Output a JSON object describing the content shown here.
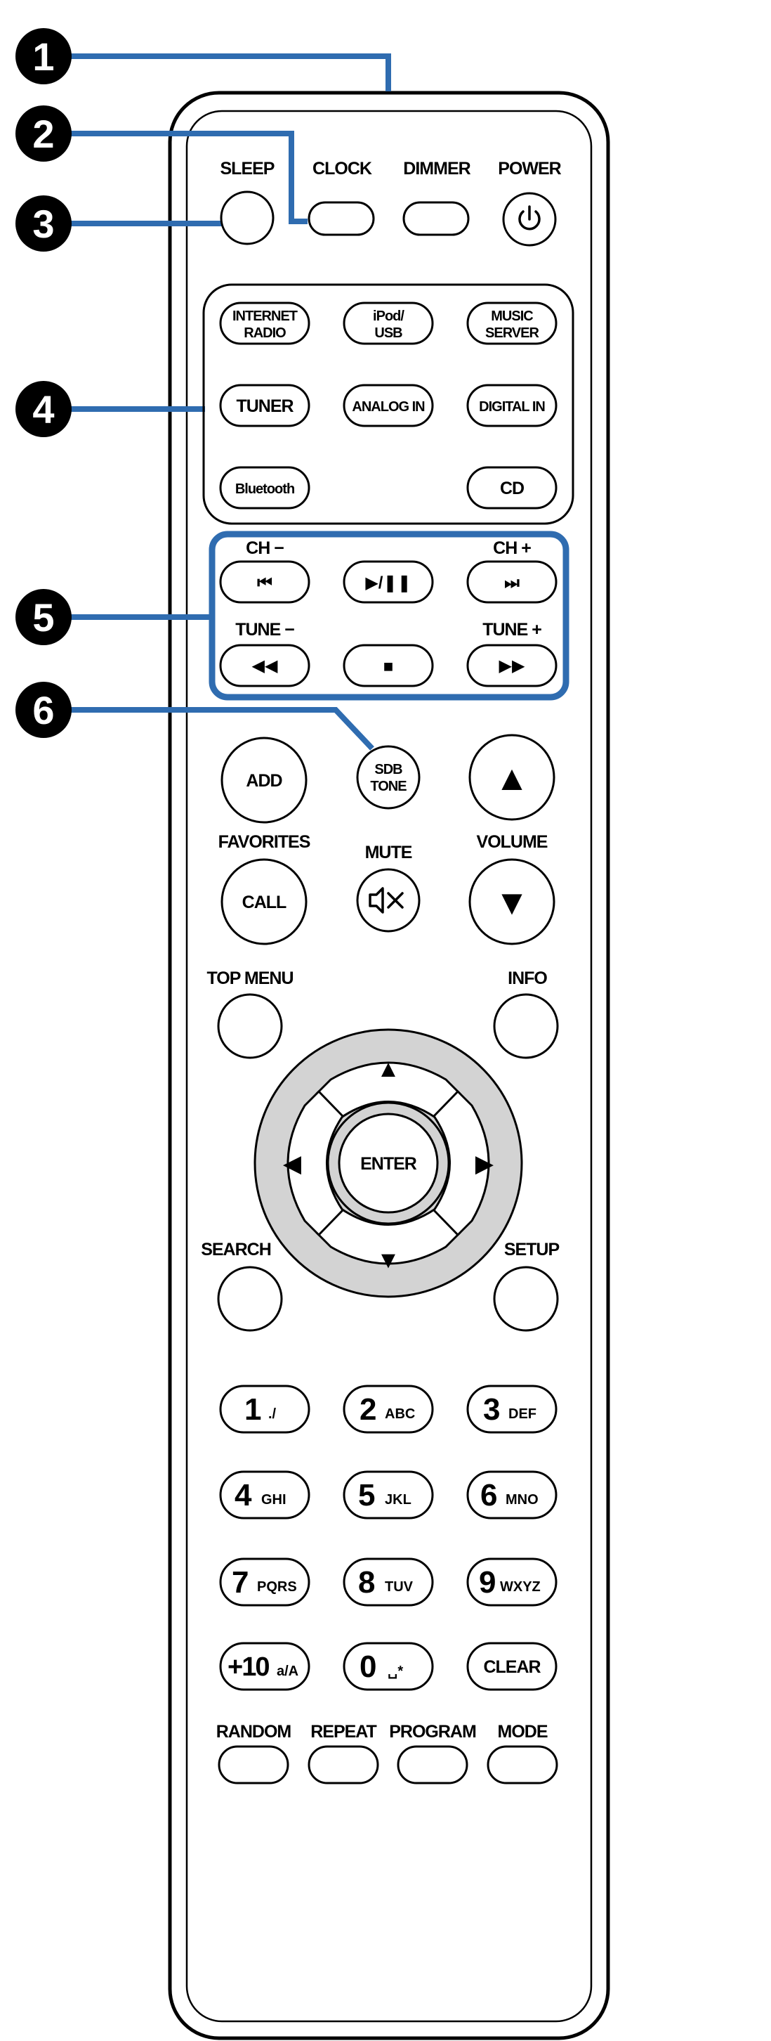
{
  "callouts": [
    "1",
    "2",
    "3",
    "4",
    "5",
    "6"
  ],
  "top_row": {
    "sleep": "SLEEP",
    "clock": "CLOCK",
    "dimmer": "DIMMER",
    "power": "POWER"
  },
  "sources": {
    "internet_radio": [
      "INTERNET",
      "RADIO"
    ],
    "ipod_usb": [
      "iPod/",
      "USB"
    ],
    "music_server": [
      "MUSIC",
      "SERVER"
    ],
    "tuner": "TUNER",
    "analog_in": "ANALOG IN",
    "digital_in": "DIGITAL IN",
    "bluetooth": "Bluetooth",
    "cd": "CD"
  },
  "transport": {
    "ch_minus": "CH −",
    "ch_plus": "CH +",
    "tune_minus": "TUNE −",
    "tune_plus": "TUNE +",
    "prev_icon": "⏮",
    "play_pause_icon": "▶/❚❚",
    "next_icon": "⏭",
    "rewind_icon": "◀◀",
    "stop_icon": "■",
    "fast_forward_icon": "▶▶"
  },
  "middle": {
    "add": "ADD",
    "sdb_tone": [
      "SDB",
      "TONE"
    ],
    "favorites": "FAVORITES",
    "call": "CALL",
    "mute": "MUTE",
    "volume": "VOLUME",
    "volume_up_icon": "▲",
    "volume_down_icon": "▼",
    "mute_icon": "🔇"
  },
  "navigation": {
    "top_menu": "TOP MENU",
    "info": "INFO",
    "search": "SEARCH",
    "setup": "SETUP",
    "enter": "ENTER",
    "up_icon": "▲",
    "down_icon": "▼",
    "left_icon": "◀",
    "right_icon": "▶"
  },
  "keypad": [
    {
      "main": "1",
      "sub": "./"
    },
    {
      "main": "2",
      "sub": "ABC"
    },
    {
      "main": "3",
      "sub": "DEF"
    },
    {
      "main": "4",
      "sub": "GHI"
    },
    {
      "main": "5",
      "sub": "JKL"
    },
    {
      "main": "6",
      "sub": "MNO"
    },
    {
      "main": "7",
      "sub": "PQRS"
    },
    {
      "main": "8",
      "sub": "TUV"
    },
    {
      "main": "9",
      "sub": "WXYZ"
    },
    {
      "main": "+10",
      "sub": "a/A"
    },
    {
      "main": "0",
      "sub": "␣*"
    },
    {
      "main": "CLEAR",
      "sub": ""
    }
  ],
  "bottom_row": {
    "random": "RANDOM",
    "repeat": "REPEAT",
    "program": "PROGRAM",
    "mode": "MODE"
  },
  "colors": {
    "callout_line": "#2f6cb0",
    "remote_outline": "#000000",
    "ring_fill": "#d3d3d3"
  }
}
